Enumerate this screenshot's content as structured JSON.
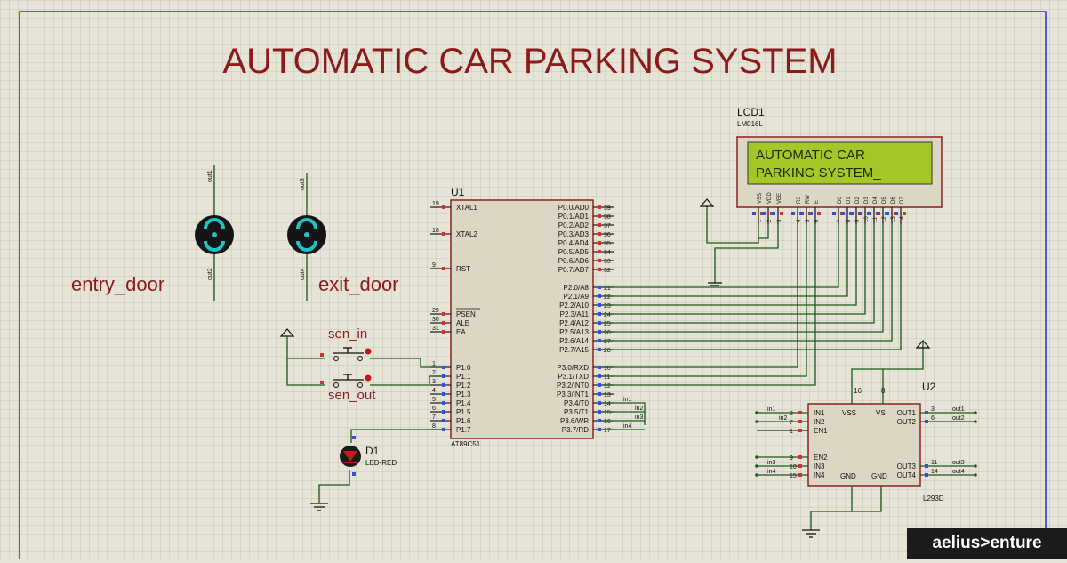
{
  "title": "AUTOMATIC CAR PARKING SYSTEM",
  "lcd": {
    "ref": "LCD1",
    "part": "LM016L",
    "line1": "AUTOMATIC CAR",
    "line2": "PARKING SYSTEM_",
    "pins": [
      "VSS",
      "VDD",
      "VEE",
      "RS",
      "RW",
      "E",
      "D0",
      "D1",
      "D2",
      "D3",
      "D4",
      "D5",
      "D6",
      "D7"
    ],
    "pin_numbers": [
      "1",
      "2",
      "3",
      "4",
      "5",
      "6",
      "7",
      "8",
      "9",
      "10",
      "11",
      "12",
      "13",
      "14"
    ]
  },
  "mcu": {
    "ref": "U1",
    "part": "AT89C51",
    "left_pins": [
      {
        "num": "19",
        "label": "XTAL1"
      },
      {
        "num": "18",
        "label": "XTAL2"
      },
      {
        "num": "9",
        "label": "RST"
      },
      {
        "num": "29",
        "label": "PSEN"
      },
      {
        "num": "30",
        "label": "ALE"
      },
      {
        "num": "31",
        "label": "EA"
      },
      {
        "num": "1",
        "label": "P1.0"
      },
      {
        "num": "2",
        "label": "P1.1"
      },
      {
        "num": "3",
        "label": "P1.2"
      },
      {
        "num": "4",
        "label": "P1.3"
      },
      {
        "num": "5",
        "label": "P1.4"
      },
      {
        "num": "6",
        "label": "P1.5"
      },
      {
        "num": "7",
        "label": "P1.6"
      },
      {
        "num": "8",
        "label": "P1.7"
      }
    ],
    "right_pins": [
      {
        "num": "39",
        "label": "P0.0/AD0"
      },
      {
        "num": "38",
        "label": "P0.1/AD1"
      },
      {
        "num": "37",
        "label": "P0.2/AD2"
      },
      {
        "num": "36",
        "label": "P0.3/AD3"
      },
      {
        "num": "35",
        "label": "P0.4/AD4"
      },
      {
        "num": "34",
        "label": "P0.5/AD5"
      },
      {
        "num": "33",
        "label": "P0.6/AD6"
      },
      {
        "num": "32",
        "label": "P0.7/AD7"
      },
      {
        "num": "21",
        "label": "P2.0/A8"
      },
      {
        "num": "22",
        "label": "P2.1/A9"
      },
      {
        "num": "23",
        "label": "P2.2/A10"
      },
      {
        "num": "24",
        "label": "P2.3/A11"
      },
      {
        "num": "25",
        "label": "P2.4/A12"
      },
      {
        "num": "26",
        "label": "P2.5/A13"
      },
      {
        "num": "27",
        "label": "P2.6/A14"
      },
      {
        "num": "28",
        "label": "P2.7/A15"
      },
      {
        "num": "10",
        "label": "P3.0/RXD"
      },
      {
        "num": "11",
        "label": "P3.1/TXD"
      },
      {
        "num": "12",
        "label": "P3.2/INT0"
      },
      {
        "num": "13",
        "label": "P3.3/INT1"
      },
      {
        "num": "14",
        "label": "P3.4/T0"
      },
      {
        "num": "15",
        "label": "P3.5/T1"
      },
      {
        "num": "16",
        "label": "P3.6/WR"
      },
      {
        "num": "17",
        "label": "P3.7/RD"
      }
    ]
  },
  "motors": {
    "entry": {
      "label": "entry_door",
      "top_net": "out1",
      "bottom_net": "out2"
    },
    "exit": {
      "label": "exit_door",
      "top_net": "out3",
      "bottom_net": "out4"
    }
  },
  "switches": {
    "in": "sen_in",
    "out": "sen_out"
  },
  "led": {
    "ref": "D1",
    "part": "LED-RED"
  },
  "driver": {
    "ref": "U2",
    "part": "L293D",
    "top_pins": [
      {
        "num": "16",
        "label": "VSS"
      },
      {
        "num": "8",
        "label": "VS"
      }
    ],
    "left_pins": [
      {
        "num": "2",
        "label": "IN1",
        "net": "in1"
      },
      {
        "num": "7",
        "label": "IN2",
        "net": "in2"
      },
      {
        "num": "1",
        "label": "EN1",
        "net": ""
      },
      {
        "num": "9",
        "label": "EN2",
        "net": ""
      },
      {
        "num": "10",
        "label": "IN3",
        "net": "in3"
      },
      {
        "num": "15",
        "label": "IN4",
        "net": "in4"
      }
    ],
    "right_pins": [
      {
        "num": "3",
        "label": "OUT1",
        "net": "out1"
      },
      {
        "num": "6",
        "label": "OUT2",
        "net": "out2"
      },
      {
        "num": "11",
        "label": "OUT3",
        "net": "out3"
      },
      {
        "num": "14",
        "label": "OUT4",
        "net": "out4"
      }
    ],
    "bottom_labels": [
      "GND",
      "GND"
    ]
  },
  "port3_nets": [
    "in1",
    "in2",
    "in3",
    "in4"
  ],
  "watermark": "aelius>enture"
}
